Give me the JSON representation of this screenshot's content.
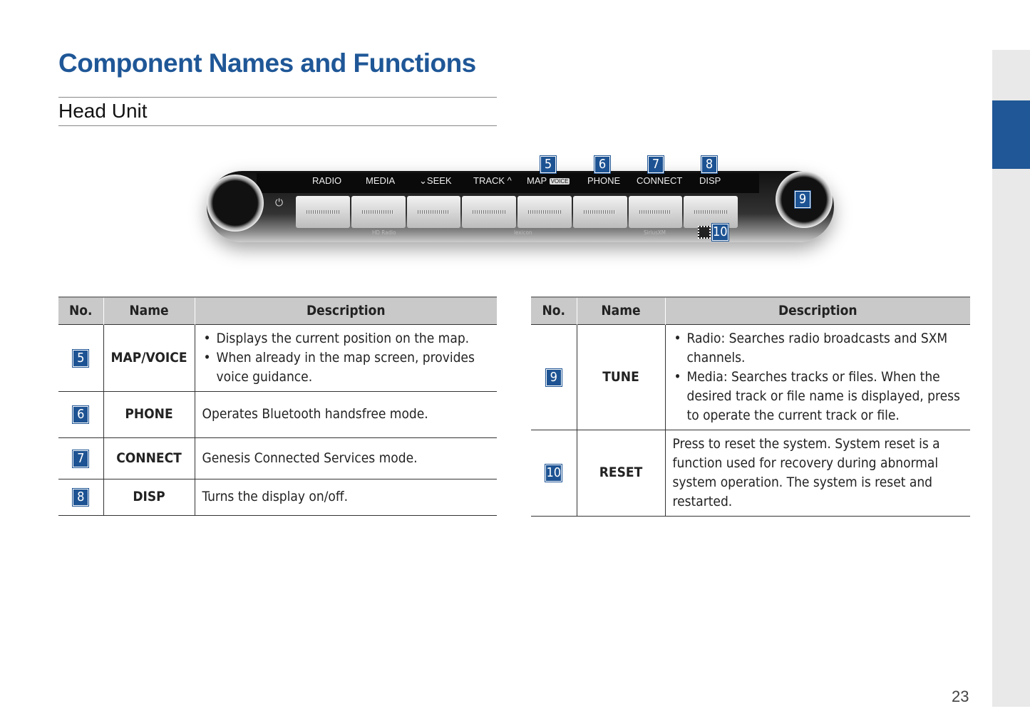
{
  "title": "Component Names and Functions",
  "subtitle": "Head Unit",
  "page_number": "23",
  "head_unit": {
    "labels": [
      "RADIO",
      "MEDIA",
      "SEEK",
      "TRACK",
      "MAP",
      "PHONE",
      "CONNECT",
      "DISP"
    ],
    "voice_tag": "VOICE",
    "callouts": [
      "5",
      "6",
      "7",
      "8",
      "9",
      "10"
    ],
    "bottom_logos": [
      "HD Radio",
      "lexicon",
      "SiriusXM"
    ]
  },
  "headers": {
    "no": "No.",
    "name": "Name",
    "description": "Description"
  },
  "left_rows": [
    {
      "no": "5",
      "name": "MAP/VOICE",
      "bullets": [
        "Displays the current position on the map.",
        "When already in the map screen, provides voice guidance."
      ]
    },
    {
      "no": "6",
      "name": "PHONE",
      "description": "Operates Bluetooth handsfree mode."
    },
    {
      "no": "7",
      "name": "CONNECT",
      "description": "Genesis Connected Services mode."
    },
    {
      "no": "8",
      "name": "DISP",
      "description": "Turns the display on/off."
    }
  ],
  "right_rows": [
    {
      "no": "9",
      "name": "TUNE",
      "bullets": [
        "Radio: Searches radio broadcasts and SXM channels.",
        "Media: Searches tracks or files. When the desired track or file name is displayed, press to operate the current track or file."
      ]
    },
    {
      "no": "10",
      "name": "RESET",
      "description": "Press to reset the system. System reset is a function used for recovery during abnormal system operation. The system is reset and restarted."
    }
  ],
  "colors": {
    "accent": "#1f5797",
    "header_bg": "#c9c9c9"
  }
}
